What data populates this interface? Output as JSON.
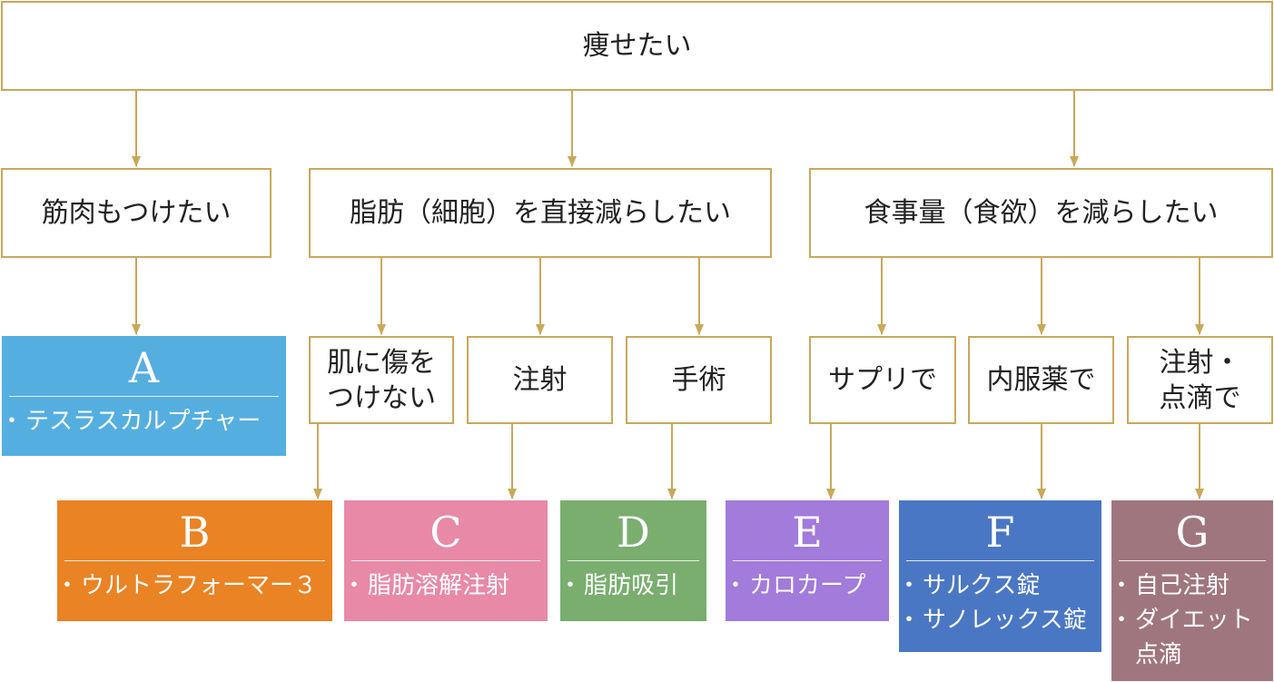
{
  "colors": {
    "border": "#c9a85a",
    "arrow": "#c9a85a",
    "card_a": "#55aee0",
    "card_b": "#e98324",
    "card_c": "#e889a8",
    "card_d": "#79ae6f",
    "card_e": "#a27bdb",
    "card_f": "#4a77c3",
    "card_g": "#a0767e"
  },
  "root": {
    "label": "痩せたい"
  },
  "level1": [
    {
      "label": "筋肉もつけたい"
    },
    {
      "label": "脂肪（細胞）を直接減らしたい"
    },
    {
      "label": "食事量（食欲）を減らしたい"
    }
  ],
  "level2": [
    {
      "line1": "肌に傷を",
      "line2": "つけない"
    },
    {
      "line1": "注射",
      "line2": ""
    },
    {
      "line1": "手術",
      "line2": ""
    },
    {
      "line1": "サプリで",
      "line2": ""
    },
    {
      "line1": "内服薬で",
      "line2": ""
    },
    {
      "line1": "注射・",
      "line2": "点滴で"
    }
  ],
  "cards": {
    "a": {
      "letter": "A",
      "items": [
        "テスラスカルプチャー"
      ]
    },
    "b": {
      "letter": "B",
      "items": [
        "ウルトラフォーマー３"
      ]
    },
    "c": {
      "letter": "C",
      "items": [
        "脂肪溶解注射"
      ]
    },
    "d": {
      "letter": "D",
      "items": [
        "脂肪吸引"
      ]
    },
    "e": {
      "letter": "E",
      "items": [
        "カロカープ"
      ]
    },
    "f": {
      "letter": "F",
      "items": [
        "サルクス錠",
        "サノレックス錠"
      ]
    },
    "g": {
      "letter": "G",
      "items": [
        "自己注射",
        "ダイエット",
        "点滴"
      ]
    }
  }
}
